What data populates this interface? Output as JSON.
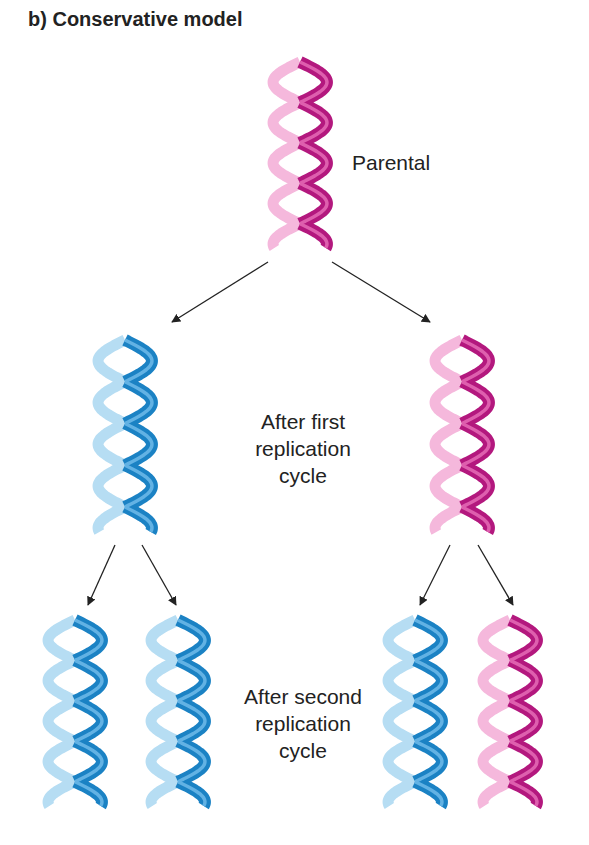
{
  "diagram": {
    "title": "b) Conservative model",
    "labels": [
      "Parental",
      "After first replication cycle",
      "After second replication cycle"
    ]
  }
}
